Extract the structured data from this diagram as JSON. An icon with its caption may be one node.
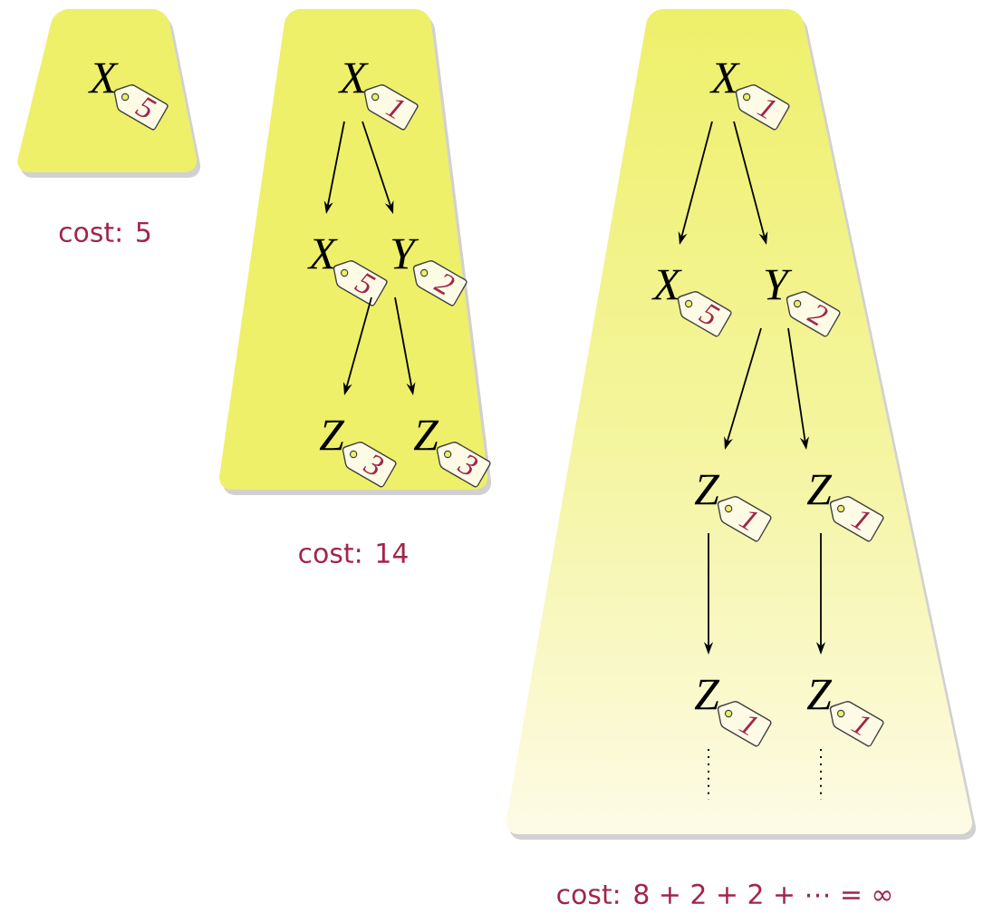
{
  "diagram": {
    "nodes": [
      {
        "text": [],
        "shape": "trapezoid",
        "beside": [
          "cost: 5"
        ]
      },
      {
        "text": [
          "X",
          "5"
        ],
        "in": 0
      },
      {
        "text": [],
        "shape": "trapezoid",
        "beside": [
          "cost: 14"
        ]
      },
      {
        "text": [
          "X",
          "1"
        ],
        "in": 2
      },
      {
        "text": [
          "X",
          "5"
        ],
        "in": 2
      },
      {
        "text": [
          "Y",
          "2"
        ],
        "in": 2
      },
      {
        "text": [
          "Z",
          "3"
        ],
        "in": 2
      },
      {
        "text": [
          "Z",
          "3"
        ],
        "in": 2
      },
      {
        "text": [],
        "shape": "trapezoid",
        "beside": [
          "cost: 8 + 2 + 2 + ⋯ = ∞"
        ]
      },
      {
        "text": [
          "X",
          "1"
        ],
        "in": 8
      },
      {
        "text": [
          "X",
          "5"
        ],
        "in": 8
      },
      {
        "text": [
          "Y",
          "2"
        ],
        "in": 8
      },
      {
        "text": [
          "Z",
          "1"
        ],
        "in": 8
      },
      {
        "text": [
          "Z",
          "1"
        ],
        "in": 8
      },
      {
        "text": [
          "Z",
          "1"
        ],
        "in": 8
      },
      {
        "text": [
          "Z",
          "1"
        ],
        "in": 8
      }
    ],
    "edges": [
      {
        "from": 3,
        "to": 4,
        "arrow": "to"
      },
      {
        "from": 3,
        "to": 5,
        "arrow": "to"
      },
      {
        "from": 5,
        "to": 6,
        "arrow": "to"
      },
      {
        "from": 5,
        "to": 7,
        "arrow": "to"
      },
      {
        "from": 9,
        "to": 10,
        "arrow": "to"
      },
      {
        "from": 9,
        "to": 11,
        "arrow": "to"
      },
      {
        "from": 11,
        "to": 12,
        "arrow": "to"
      },
      {
        "from": 11,
        "to": 13,
        "arrow": "to"
      },
      {
        "from": 12,
        "to": 14,
        "arrow": "to"
      },
      {
        "from": 13,
        "to": 15,
        "arrow": "to"
      }
    ]
  }
}
